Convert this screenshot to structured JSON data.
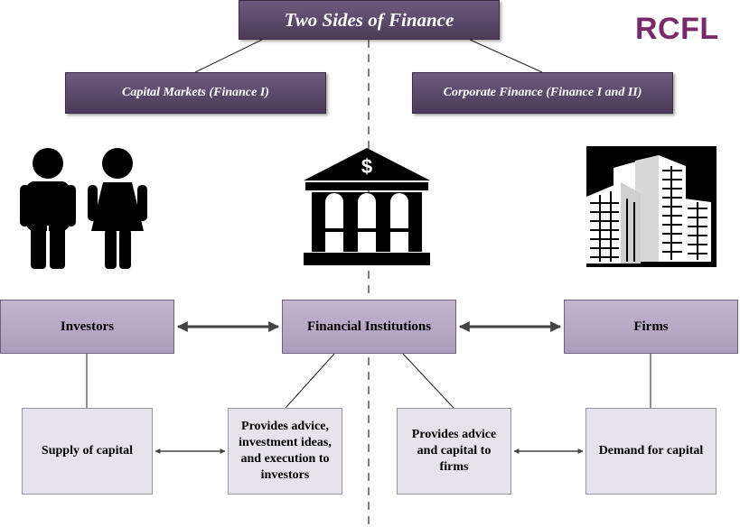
{
  "title": "Two Sides of Finance",
  "logo": "RCFL",
  "branches": {
    "left": "Capital Markets (Finance I)",
    "right": "Corporate Finance (Finance I and II)"
  },
  "entities": {
    "investors": "Investors",
    "institutions": "Financial Institutions",
    "firms": "Firms"
  },
  "roles": {
    "supply": "Supply of capital",
    "advice_investors": "Provides advice, investment ideas, and execution to investors",
    "advice_firms": "Provides advice and capital to firms",
    "demand": "Demand for capital"
  },
  "icons": {
    "investors": "people-icon",
    "institutions": "bank-icon",
    "firms": "office-buildings-icon",
    "bank_symbol": "$"
  },
  "colors": {
    "header_purple": "#5b4a6b",
    "box_purple": "#b7a8c7",
    "box_light": "#e6e4ea",
    "logo": "#7a2a6a"
  }
}
